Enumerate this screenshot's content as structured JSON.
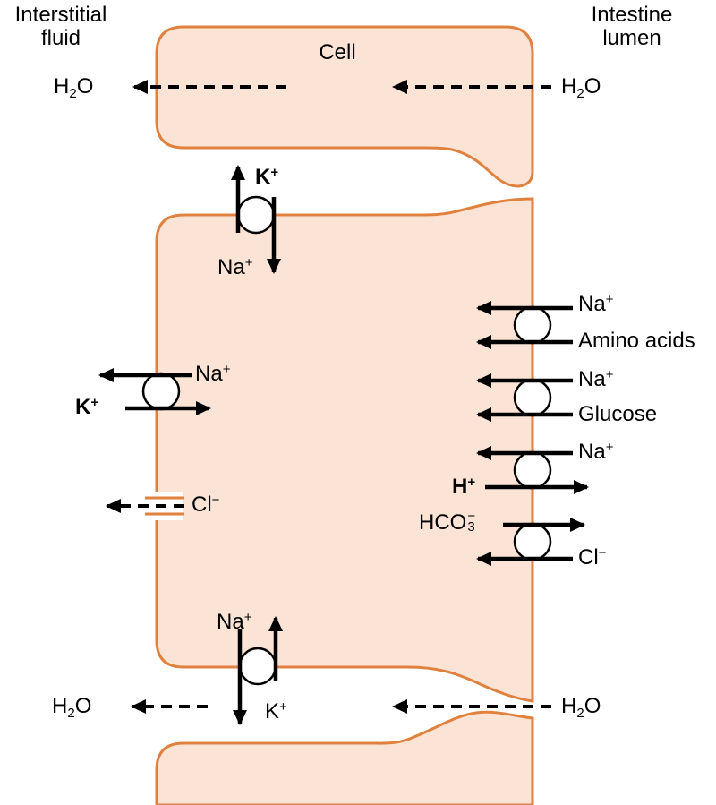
{
  "regions": {
    "interstitial_fluid": {
      "line1": "Interstitial",
      "line2": "fluid"
    },
    "intestine_lumen": {
      "line1": "Intestine",
      "line2": "lumen"
    },
    "cell": "Cell"
  },
  "molecules": {
    "h2o": {
      "pre": "H",
      "sub": "2",
      "post": "O"
    },
    "na": {
      "base": "Na",
      "charge": "+"
    },
    "k": {
      "base": "K",
      "charge": "+"
    },
    "cl": {
      "base": "Cl",
      "charge": "−"
    },
    "h": {
      "base": "H",
      "charge": "+"
    },
    "hco3": {
      "base": "HCO",
      "sub": "3",
      "charge": "−"
    },
    "amino_acids": "Amino acids",
    "glucose": "Glucose"
  },
  "colors": {
    "cell_fill": "#fbe4d5",
    "cell_stroke": "#e0813f",
    "arrow": "#000000",
    "background": "#ffffff"
  }
}
